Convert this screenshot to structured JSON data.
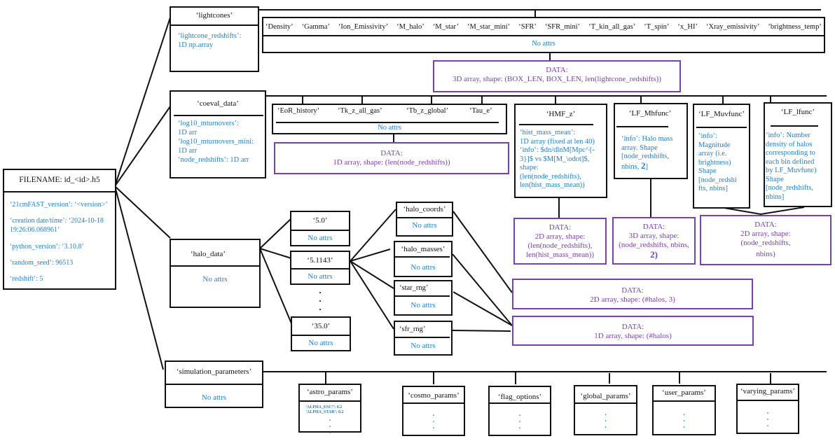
{
  "root": {
    "title": "FILENAME: id_<id>.h5",
    "attrs": [
      "‘21cmFAST_version’:  ‘<version>’",
      "‘creation date/time’: ‘2024-10-18 19:26:06.068961’",
      "‘python_version’: ‘3.10.8’",
      "‘random_seed’: 96513",
      "‘redshift’:  5"
    ]
  },
  "lightcones": {
    "title": "‘lightcones’",
    "attrs": [
      "‘lightcone_redshifts’:",
      "1D np.array"
    ],
    "datasets": [
      "‘Density’",
      "‘Gamma’",
      "‘Ion_Emissivity’",
      "‘M_halo’",
      "‘M_star’",
      "‘M_star_mini’",
      "‘SFR’",
      "‘SFR_mini’",
      "‘T_kin_all_gas’",
      "‘T_spin’",
      "‘x_HI’",
      "‘Xray_emissivity’",
      "‘brightness_temp’"
    ],
    "datasets_attrs": "No attrs",
    "data": {
      "label": "DATA:",
      "shape": "3D array, shape: (BOX_LEN, BOX_LEN, len(lightcone_redshifts))"
    }
  },
  "coeval_data": {
    "title": "‘coeval_data’",
    "attrs": [
      "‘log10_mturnovers’:",
      "1D arr",
      "‘log10_mturnovers_mini:",
      "1D arr",
      "‘node_redshifts’: 1D arr"
    ],
    "group1": {
      "datasets": [
        "‘EoR_history’",
        "‘Tk_z_all_gas’",
        "‘Tb_z_global’",
        "‘Tau_e’"
      ],
      "attrs": "No attrs",
      "data": {
        "label": "DATA:",
        "shape": "1D array, shape: (len(node_redshifts))"
      }
    },
    "hmf": {
      "title": "‘HMF_z’",
      "attrs": [
        "‘hist_mass_mean’:",
        "1D array (fixed at len 40)",
        "‘info’: $dn/dlnM[Mpc^{-",
        "3}]$ vs $M[M_\\odot]$,",
        "shape:",
        "(len(node_redshifts),",
        "len(hist_mass_mean))"
      ],
      "data": {
        "label": "DATA:",
        "lines": [
          "2D array, shape:",
          "(len(node_redshifts),",
          "len(hist_mass_mean))"
        ]
      }
    },
    "lf_mh": {
      "title": "‘LF_Mhfunc’",
      "attrs": [
        "‘info’: Halo mass",
        "array. Shape",
        "[node_redshifts,",
        "nbins, "
      ],
      "attrs_bold": "2",
      "attrs_end": "]",
      "data": {
        "label": "DATA:",
        "lines": [
          "3D array, shape:",
          "(node_redshifts, nbins,"
        ],
        "last_bold": "2)"
      }
    },
    "lf_muv": {
      "title": "‘LF_Muvfunc’",
      "attrs": [
        "‘info’:",
        "Magnitude",
        "array (i.e.",
        "brightness)",
        "Shape",
        "[node_redshi",
        "fts, nbins]"
      ]
    },
    "lf_l": {
      "title": "‘LF_lfunc’",
      "attrs": [
        "‘info’: Number",
        "density of halos",
        "corresponding to",
        "each bin defined",
        "by LF_Muvfunc)",
        "Shape",
        "[node_redshifts,",
        "nbins]"
      ]
    },
    "lf_shared_data": {
      "label": "DATA:",
      "lines": [
        "2D array, shape:",
        "(node_redshifts,",
        "nbins)"
      ]
    }
  },
  "halo_data": {
    "title": "‘halo_data’",
    "attrs": "No attrs",
    "redshifts": [
      {
        "title": "‘5.0’",
        "attrs": "No attrs"
      },
      {
        "title": "‘5.1143’",
        "attrs": "No attrs"
      },
      {
        "title": "‘35.0’",
        "attrs": "No attrs"
      }
    ],
    "ellipsis": ".",
    "fields": [
      {
        "title": "‘halo_coords’",
        "attrs": "No attrs"
      },
      {
        "title": "‘halo_masses’",
        "attrs": "No attrs"
      },
      {
        "title": "‘star_rng’",
        "attrs": "No attrs"
      },
      {
        "title": "‘sfr_rng’",
        "attrs": "No attrs"
      }
    ],
    "data_2d": {
      "label": "DATA:",
      "shape": "2D array, shape: (#halos, 3)"
    },
    "data_1d": {
      "label": "DATA:",
      "shape": "1D array, shape: (#halos)"
    }
  },
  "simulation_parameters": {
    "title": "‘simulation_parameters’",
    "attrs": "No attrs",
    "groups": [
      {
        "title": "‘astro_params’",
        "attrs": [
          "‘ALPHA_ESC’’:  0.2",
          "‘ALPHA_STAR’: 0.2"
        ]
      },
      {
        "title": "‘cosmo_params’"
      },
      {
        "title": "‘flag_options’"
      },
      {
        "title": "‘global_params’"
      },
      {
        "title": "‘user_params’"
      },
      {
        "title": "‘varying_params’"
      }
    ],
    "dot": "."
  },
  "colors": {
    "attr_text": "#1f7fce",
    "data_border": "#7a3fb0",
    "line": "#111111"
  }
}
